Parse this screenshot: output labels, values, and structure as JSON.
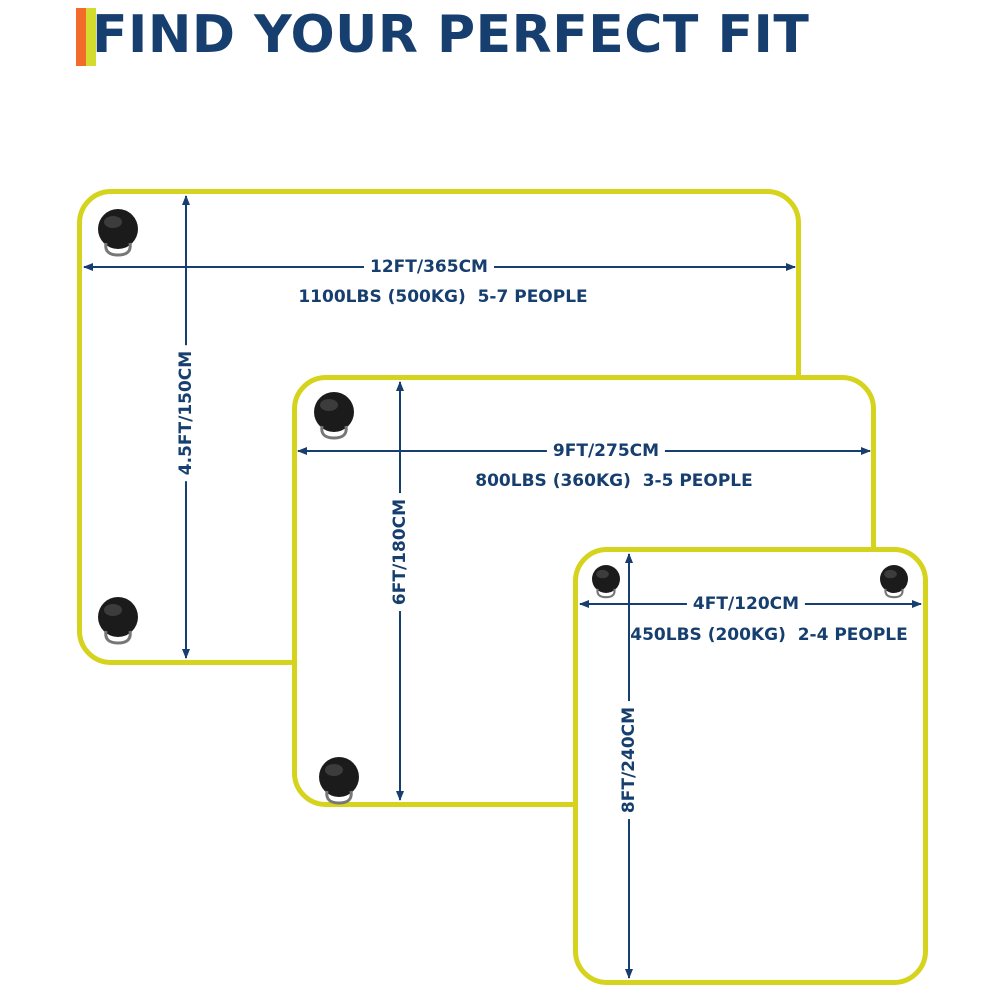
{
  "header": {
    "title": "FIND YOUR PERFECT FIT"
  },
  "mats": [
    {
      "width_label": "12FT/365CM",
      "height_label": "4.5FT/150CM",
      "capacity": "1100LBS (500KG)",
      "people": "5-7 PEOPLE"
    },
    {
      "width_label": "9FT/275CM",
      "height_label": "6FT/180CM",
      "capacity": "800LBS (360KG)",
      "people": "3-5 PEOPLE"
    },
    {
      "width_label": "4FT/120CM",
      "height_label": "8FT/240CM",
      "capacity": "450LBS (200KG)",
      "people": "2-4 PEOPLE"
    }
  ],
  "colors": {
    "border": "#d5d31b",
    "ink": "#163e6e",
    "accent_orange": "#f26b2a",
    "accent_yellow": "#d3dc2e"
  }
}
